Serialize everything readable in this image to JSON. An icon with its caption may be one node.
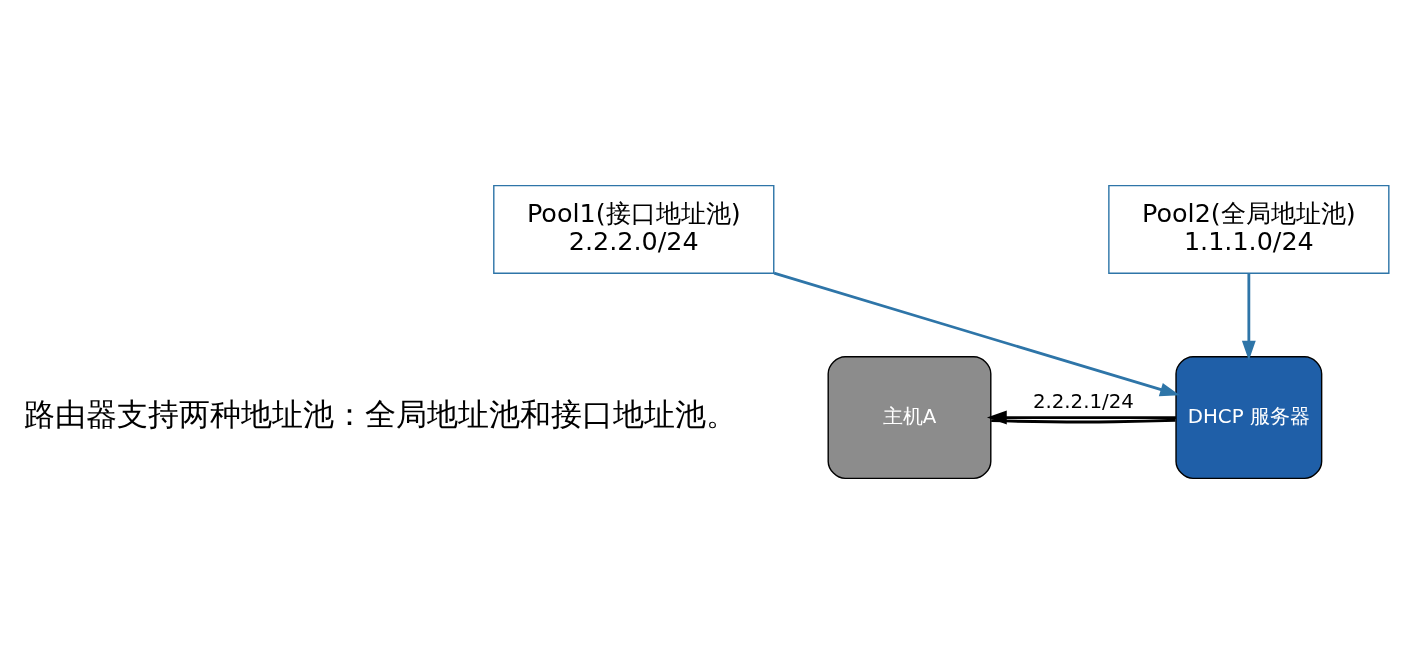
{
  "diagram": {
    "nodes": [
      {
        "text": [
          "主机A"
        ]
      },
      {
        "text": [
          "DHCP 服务器"
        ]
      },
      {
        "text": [
          "Pool1(接口地址池)",
          "2.2.2.0/24"
        ]
      },
      {
        "text": [
          "Pool2(全局地址池)",
          "1.1.1.0/24"
        ]
      }
    ],
    "edges": [
      {
        "from": 1,
        "to": 0,
        "arrow": "to",
        "label": "2.2.2.1/24"
      },
      {
        "from": 0,
        "to": 1,
        "arrow": "none"
      },
      {
        "from": 2,
        "to": 1,
        "arrow": "to",
        "color": "#2e75a8"
      },
      {
        "from": 3,
        "to": 1,
        "arrow": "to",
        "color": "#2e75a8"
      }
    ],
    "labels": [
      "路由器支持两种地址池：全局地址池和接口地址池。"
    ]
  }
}
